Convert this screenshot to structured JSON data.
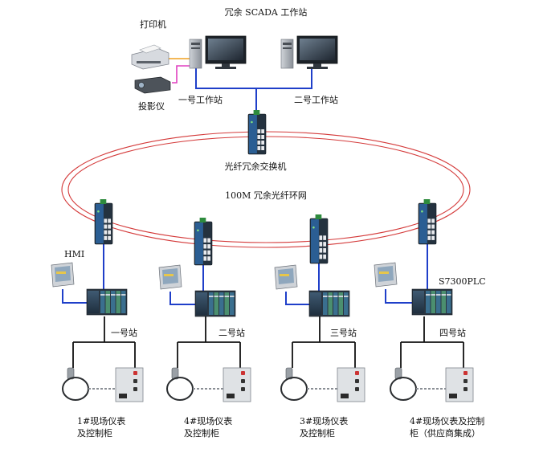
{
  "title": "冗余 SCADA 工作站",
  "printer_label": "打印机",
  "projector_label": "投影仪",
  "workstation1_label": "一号工作站",
  "workstation2_label": "二号工作站",
  "core_switch_label": "光纤冗余交换机",
  "ring_label": "100M 冗余光纤环网",
  "hmi_label": "HMI",
  "plc_label": "S7300PLC",
  "stations": [
    {
      "name": "一号站",
      "field_line1": "1#现场仪表",
      "field_line2": "及控制柜"
    },
    {
      "name": "二号站",
      "field_line1": "4#现场仪表",
      "field_line2": "及控制柜"
    },
    {
      "name": "三号站",
      "field_line1": "3#现场仪表",
      "field_line2": "及控制柜"
    },
    {
      "name": "四号站",
      "field_line1": "4#现场仪表及控制",
      "field_line2": "柜（供应商集成）"
    }
  ],
  "colors": {
    "ring": "#d43a3a",
    "ethernet": "#1f3fc9",
    "printer_link": "#f0a020",
    "projector_link": "#e040c0",
    "device_dark": "#24323f",
    "device_blue": "#2b5e93"
  }
}
